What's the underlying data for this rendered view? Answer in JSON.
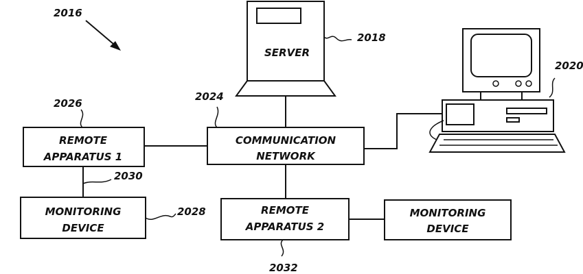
{
  "figure_ref": "2016",
  "server": {
    "label": "SERVER",
    "ref": "2018"
  },
  "workstation": {
    "ref": "2020"
  },
  "network": {
    "line1": "COMMUNICATION",
    "line2": "NETWORK",
    "ref": "2024"
  },
  "remote_apparatus_1": {
    "line1": "REMOTE",
    "line2": "APPARATUS  1",
    "ref": "2026"
  },
  "monitoring_device_1": {
    "line1": "MONITORING",
    "line2": "DEVICE",
    "ref": "2028"
  },
  "link_1_ref": "2030",
  "remote_apparatus_2": {
    "line1": "REMOTE",
    "line2": "APPARATUS  2",
    "ref": "2032"
  },
  "monitoring_device_2": {
    "line1": "MONITORING",
    "line2": "DEVICE"
  }
}
